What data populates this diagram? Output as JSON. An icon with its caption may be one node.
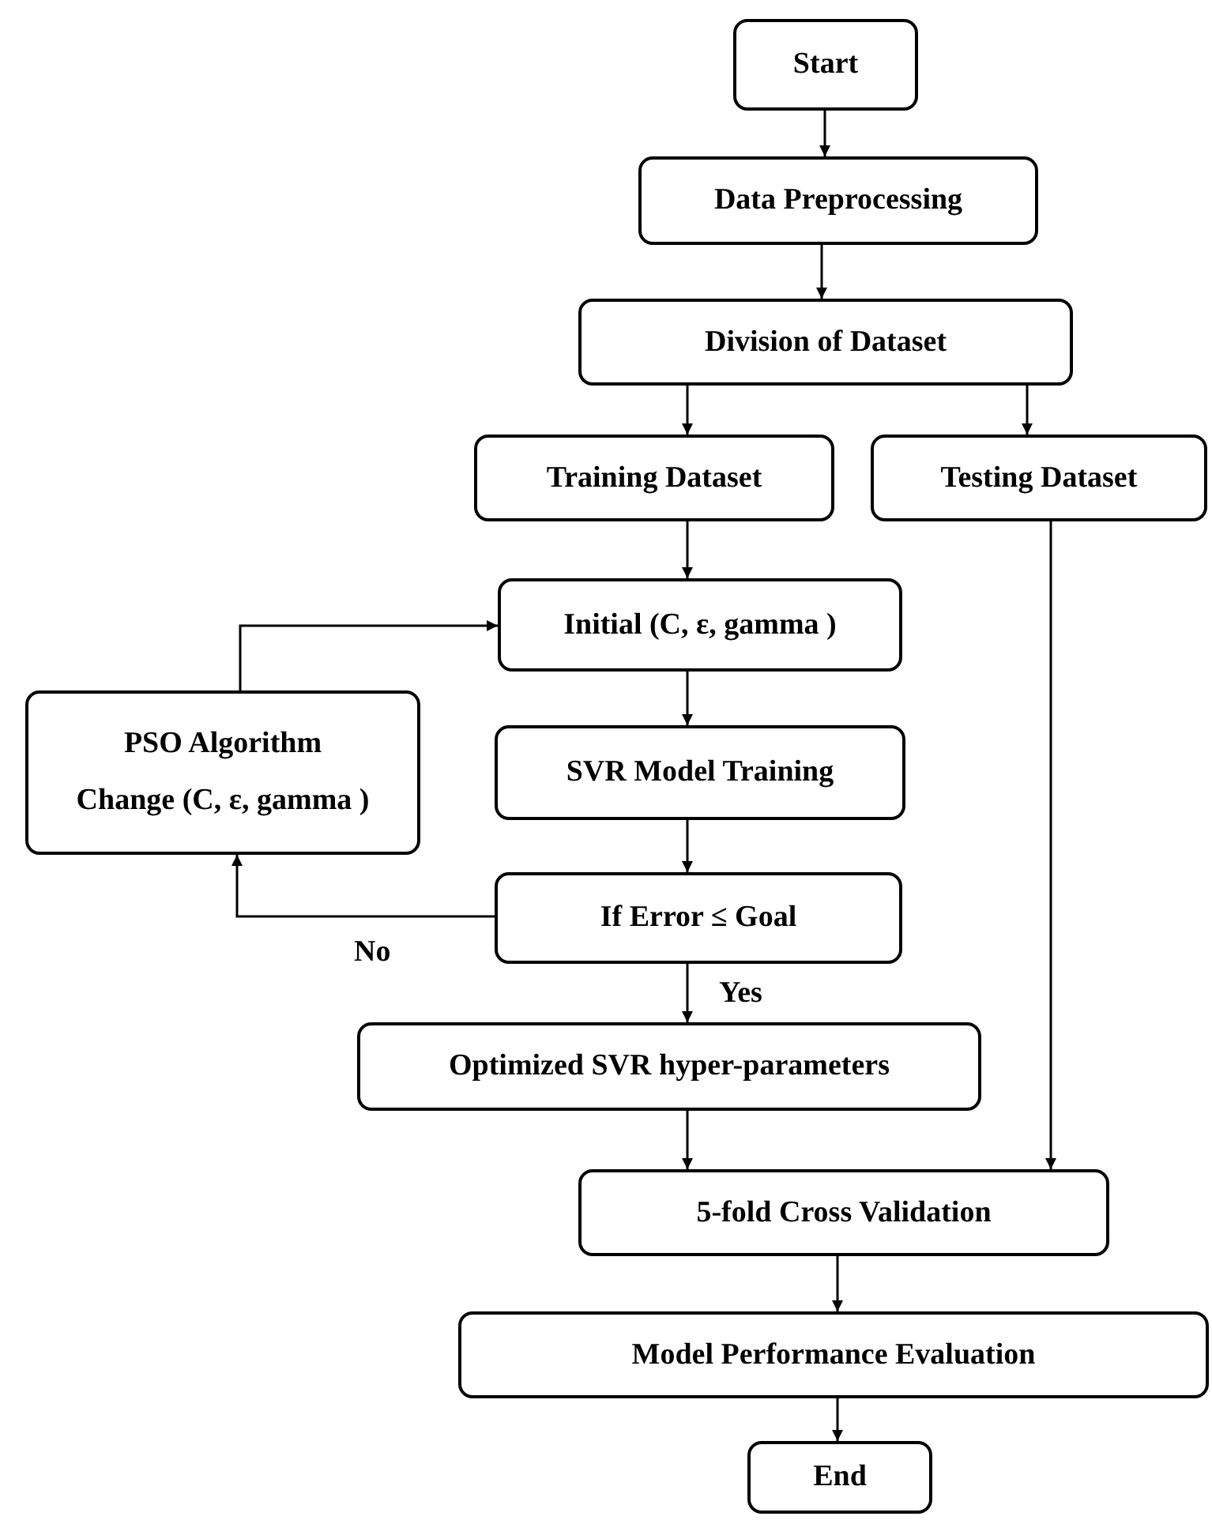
{
  "diagram": {
    "nodes": [
      {
        "text": [
          "Start"
        ]
      },
      {
        "text": [
          "Data Preprocessing"
        ]
      },
      {
        "text": [
          "Division of Dataset"
        ]
      },
      {
        "text": [
          "Training Dataset"
        ]
      },
      {
        "text": [
          "Testing Dataset"
        ]
      },
      {
        "text": [
          "Initial (C, ε, gamma )"
        ]
      },
      {
        "text": [
          "PSO Algorithm",
          "Change (C, ε, gamma )"
        ]
      },
      {
        "text": [
          "SVR Model Training"
        ]
      },
      {
        "text": [
          "If Error ≤ Goal"
        ]
      },
      {
        "text": [
          "Optimized SVR hyper-parameters"
        ]
      },
      {
        "text": [
          "5-fold Cross Validation"
        ]
      },
      {
        "text": [
          "Model Performance Evaluation"
        ]
      },
      {
        "text": [
          "End"
        ]
      }
    ],
    "edges": [
      {
        "from": 0,
        "to": 1,
        "arrow": "to"
      },
      {
        "from": 1,
        "to": 2,
        "arrow": "to"
      },
      {
        "from": 2,
        "to": 3,
        "arrow": "to"
      },
      {
        "from": 2,
        "to": 4,
        "arrow": "to"
      },
      {
        "from": 3,
        "to": 5,
        "arrow": "to"
      },
      {
        "from": 5,
        "to": 7,
        "arrow": "to"
      },
      {
        "from": 7,
        "to": 8,
        "arrow": "to"
      },
      {
        "from": 8,
        "to": 6,
        "arrow": "to",
        "label": "No"
      },
      {
        "from": 6,
        "to": 5,
        "arrow": "to"
      },
      {
        "from": 8,
        "to": 9,
        "arrow": "to",
        "label": "Yes"
      },
      {
        "from": 9,
        "to": 10,
        "arrow": "to"
      },
      {
        "from": 4,
        "to": 10,
        "arrow": "to"
      },
      {
        "from": 10,
        "to": 11,
        "arrow": "to"
      },
      {
        "from": 11,
        "to": 12,
        "arrow": "to"
      }
    ]
  }
}
